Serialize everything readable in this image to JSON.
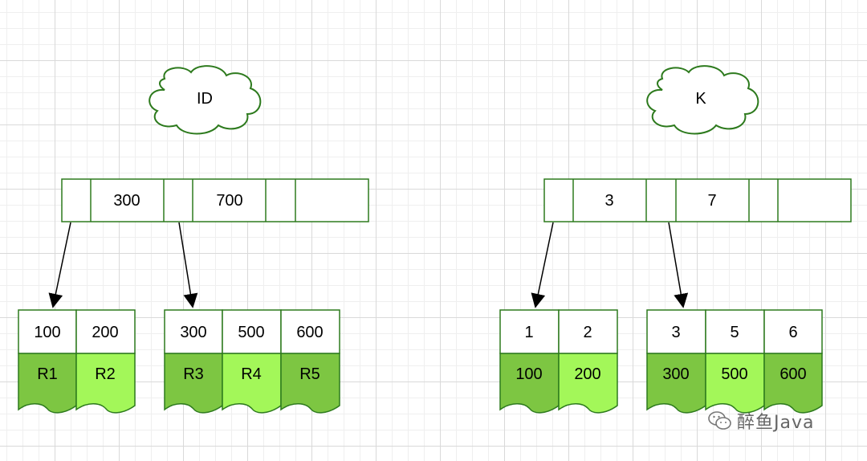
{
  "trees": [
    {
      "name": "ID",
      "root_keys": [
        "300",
        "700"
      ],
      "leaves": [
        {
          "keys": [
            "100",
            "200"
          ],
          "values": [
            "R1",
            "R2"
          ]
        },
        {
          "keys": [
            "300",
            "500",
            "600"
          ],
          "values": [
            "R3",
            "R4",
            "R5"
          ]
        }
      ]
    },
    {
      "name": "K",
      "root_keys": [
        "3",
        "7"
      ],
      "leaves": [
        {
          "keys": [
            "1",
            "2"
          ],
          "values": [
            "100",
            "200"
          ]
        },
        {
          "keys": [
            "3",
            "5",
            "6"
          ],
          "values": [
            "300",
            "500",
            "600"
          ]
        }
      ]
    }
  ],
  "watermark": "醉鱼Java",
  "colors": {
    "dark_green": "#7dc642",
    "light_green": "#a3f759",
    "stroke_green": "#2d7a1d",
    "cloud_stroke": "#2d7a1d"
  }
}
